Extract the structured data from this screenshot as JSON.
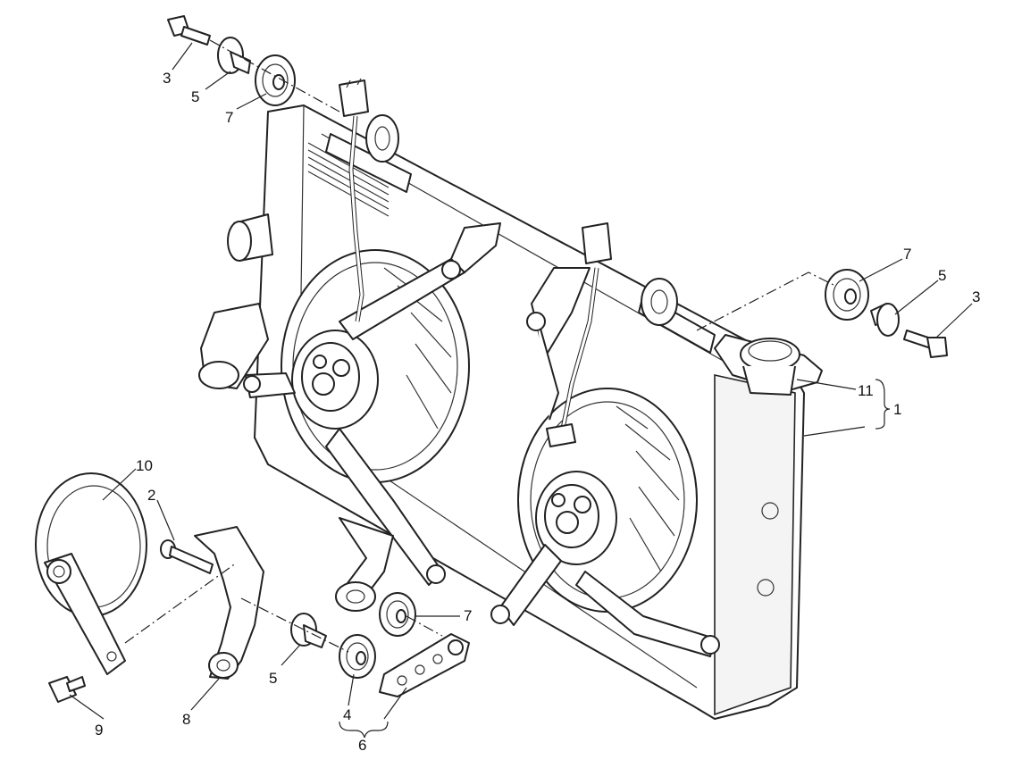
{
  "callouts": {
    "c1": "1",
    "c2": "2",
    "c3_top": "3",
    "c3_right": "3",
    "c4": "4",
    "c5_top": "5",
    "c5_right": "5",
    "c5_bottom": "5",
    "c6": "6",
    "c7_top": "7",
    "c7_right": "7",
    "c7_bottom": "7",
    "c8": "8",
    "c9": "9",
    "c10": "10",
    "c11": "11"
  },
  "colors": {
    "line": "#222222",
    "fill": "#ffffff",
    "shade": "#f4f4f4"
  }
}
